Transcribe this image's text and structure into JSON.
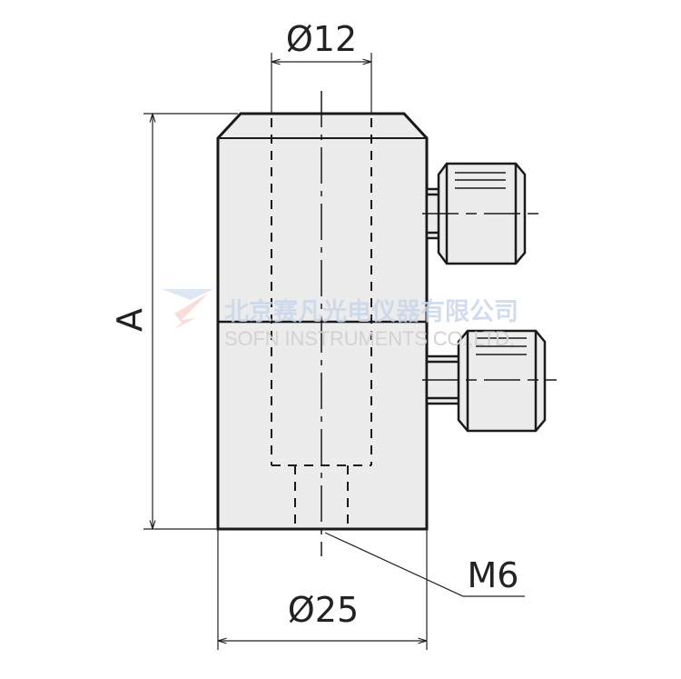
{
  "drawing": {
    "dim_top": "Ø12",
    "dim_height": "A",
    "dim_bottom": "Ø25",
    "thread": "M6"
  },
  "watermark": {
    "company_cn": "北京赛凡光电仪器有限公司",
    "company_en": "SOFN INSTRUMENTS CO.,LTD."
  },
  "colors": {
    "body_fill": "#ececec",
    "line": "#1a1a1a"
  }
}
